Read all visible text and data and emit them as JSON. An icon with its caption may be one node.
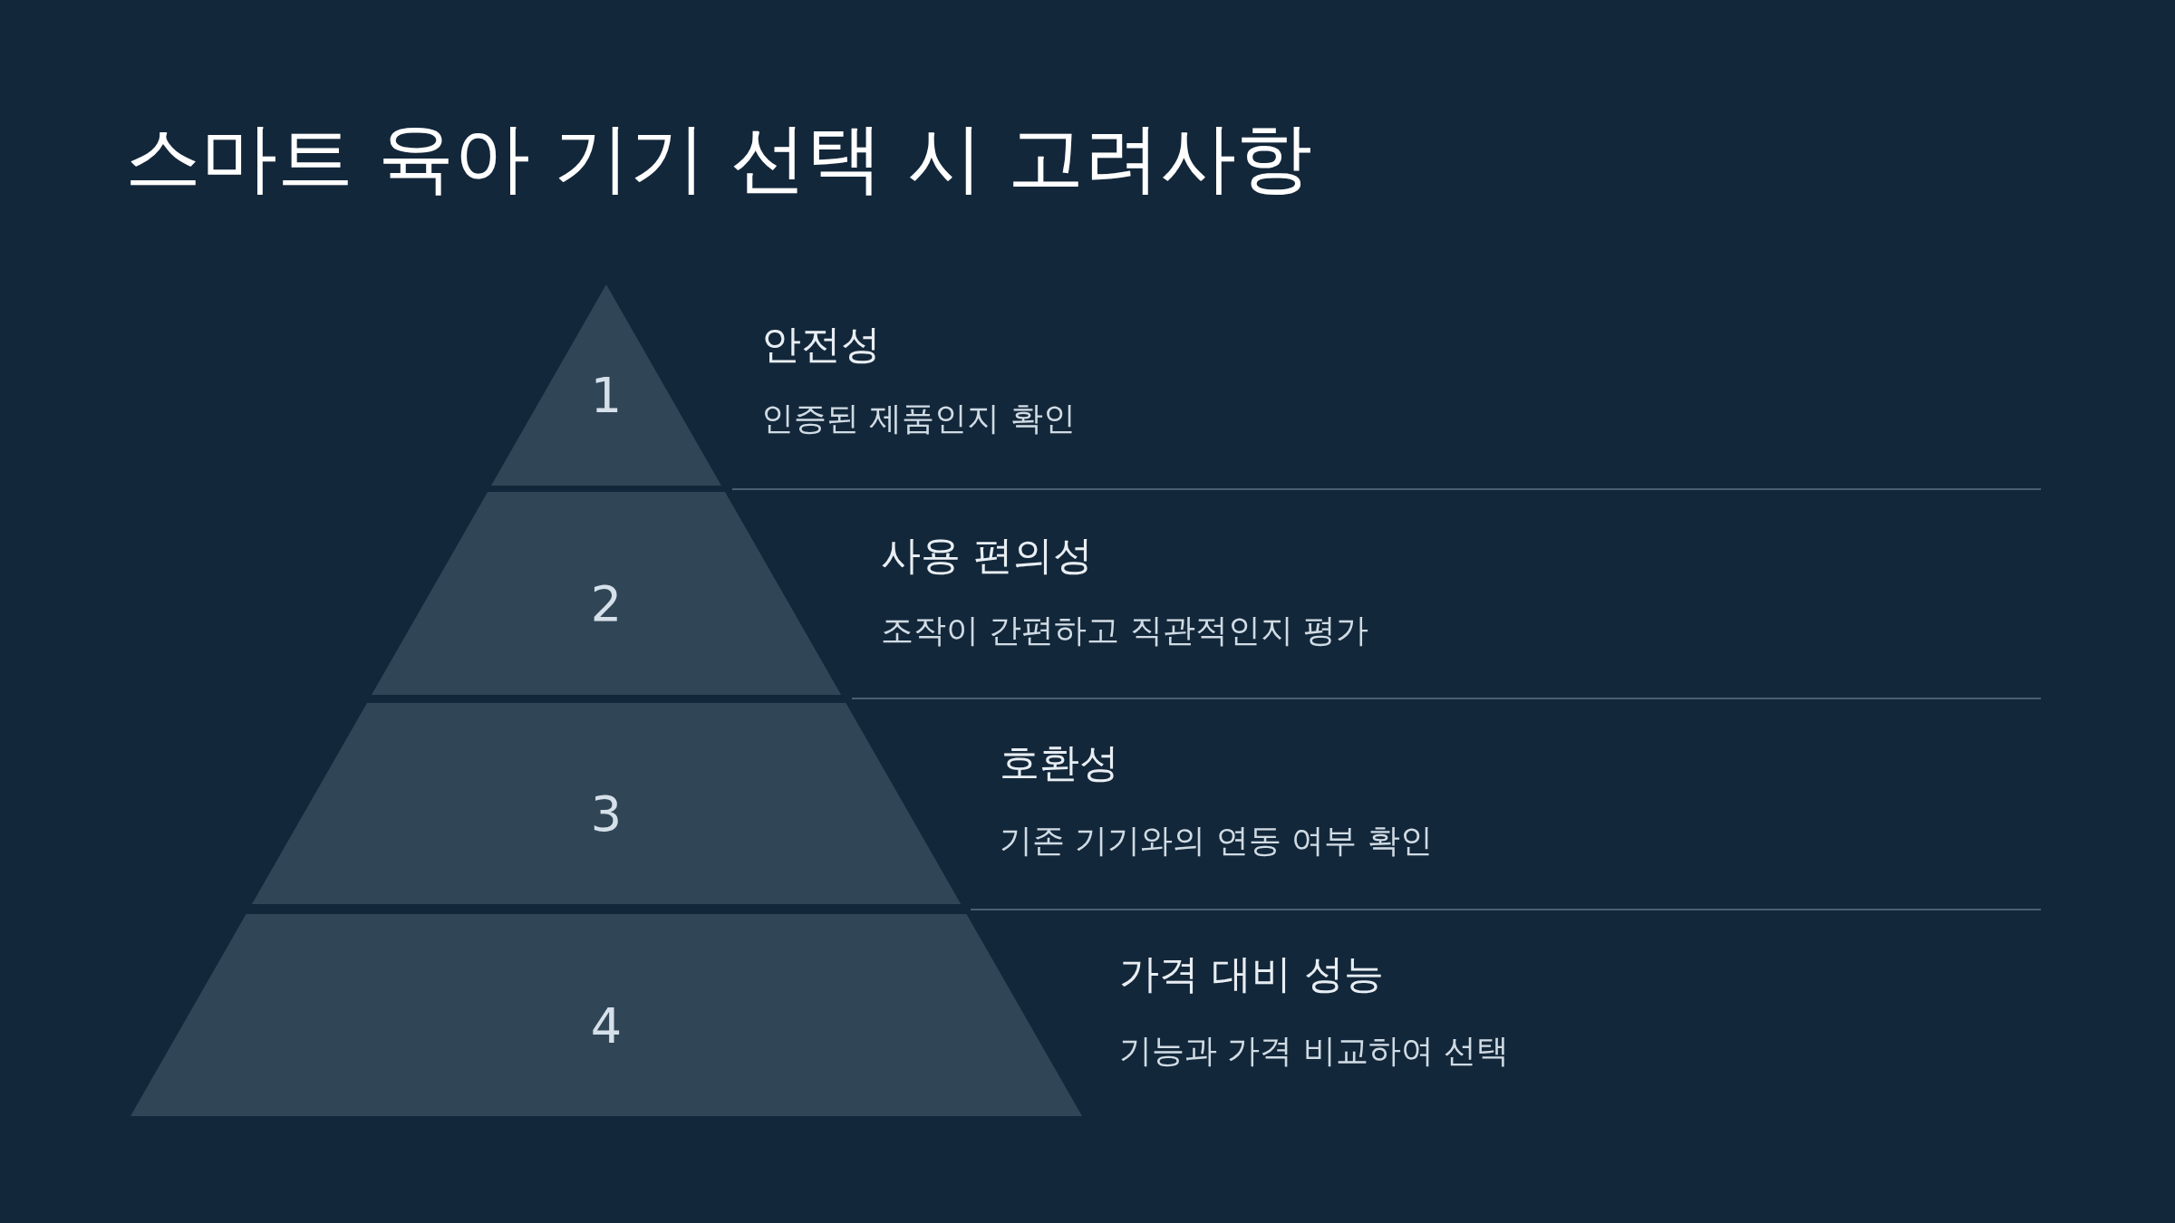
{
  "diagram": {
    "title": "스마트 육아 기기 선택 시 고려사항",
    "nodes": [
      {
        "text": [
          "1"
        ],
        "beside": [
          "안전성",
          "인증된 제품인지 확인"
        ]
      },
      {
        "text": [
          "2"
        ],
        "beside": [
          "사용 편의성",
          "조작이 간편하고 직관적인지 평가"
        ]
      },
      {
        "text": [
          "3"
        ],
        "beside": [
          "호환성",
          "기존 기기와의 연동 여부 확인"
        ]
      },
      {
        "text": [
          "4"
        ],
        "beside": [
          "가격 대비 성능",
          "기능과 가격 비교하여 선택"
        ]
      }
    ]
  }
}
